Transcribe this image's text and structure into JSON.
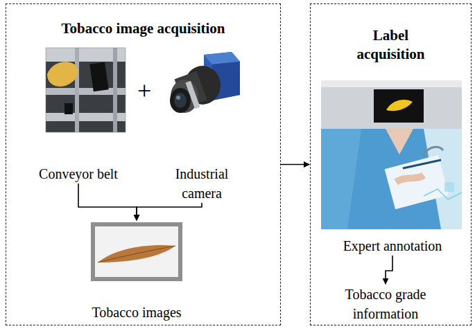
{
  "diagram": {
    "nodes": [
      {
        "text": [
          "Tobacco image acquisition"
        ]
      },
      {
        "text": [
          "Conveyor belt"
        ],
        "in": 0
      },
      {
        "text": [
          "Industrial camera"
        ],
        "in": 0
      },
      {
        "text": [
          "Tobacco images"
        ],
        "in": 0
      },
      {
        "text": [
          "Label acquisition"
        ]
      },
      {
        "text": [
          "Expert annotation"
        ],
        "in": 4
      },
      {
        "text": [
          "Tobacco grade information"
        ],
        "in": 4
      }
    ],
    "edges": [
      {
        "from": 1,
        "to": 3,
        "arrow": "to"
      },
      {
        "from": 2,
        "to": 3,
        "arrow": "to"
      },
      {
        "from": 0,
        "to": 4,
        "arrow": "to"
      },
      {
        "from": 5,
        "to": 6,
        "arrow": "to"
      }
    ],
    "labels": [
      "+"
    ]
  }
}
